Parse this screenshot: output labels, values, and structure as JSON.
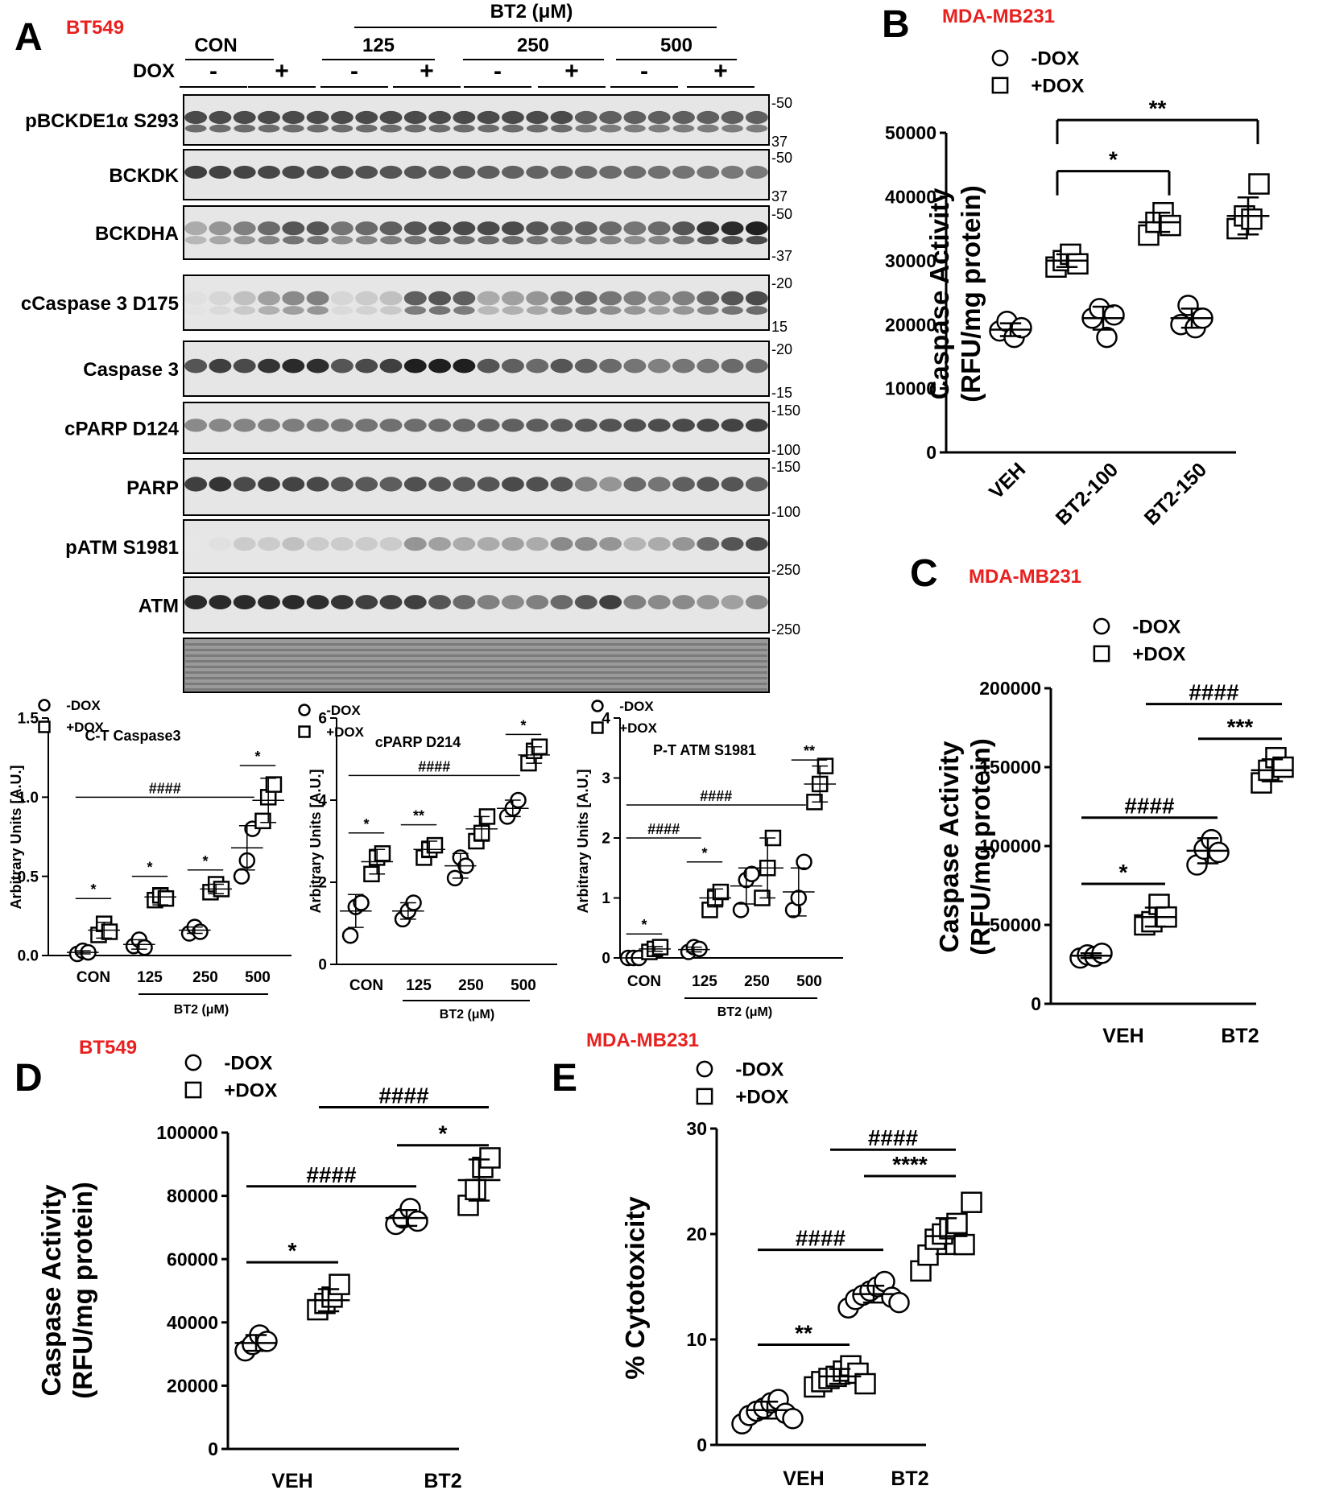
{
  "colors": {
    "accent_red": "#e8201f",
    "ink": "#000000"
  },
  "panelA": {
    "letter": "A",
    "cell_label": "BT549",
    "top_header": "BT2 (μM)",
    "groups": [
      "CON",
      "125",
      "250",
      "500"
    ],
    "dox_label": "DOX",
    "dox_signs": [
      "-",
      "+",
      "-",
      "+",
      "-",
      "+",
      "-",
      "+"
    ],
    "blots": [
      {
        "name": "pBCKDE1α S293",
        "markers": [
          "-50",
          "37"
        ]
      },
      {
        "name": "BCKDK",
        "markers": [
          "-50",
          "37"
        ]
      },
      {
        "name": "BCKDHA",
        "markers": [
          "-50",
          "-37"
        ]
      },
      {
        "name": "cCaspase 3 D175",
        "markers": [
          "-20",
          "15"
        ]
      },
      {
        "name": "Caspase 3",
        "markers": [
          "-20",
          "-15"
        ]
      },
      {
        "name": "cPARP D124",
        "markers": [
          "-150",
          "-100"
        ]
      },
      {
        "name": "PARP",
        "markers": [
          "-150",
          "-100"
        ]
      },
      {
        "name": "pATM S1981",
        "markers": [
          "-250"
        ]
      },
      {
        "name": "ATM",
        "markers": [
          "-250"
        ]
      },
      {
        "name": "",
        "markers": []
      }
    ]
  },
  "panelB": {
    "letter": "B",
    "cell_label": "MDA-MB231"
  },
  "panelC": {
    "letter": "C",
    "cell_label": "MDA-MB231"
  },
  "panelD": {
    "letter": "D",
    "cell_label": "BT549"
  },
  "panelE": {
    "letter": "E",
    "cell_label": "MDA-MB231"
  },
  "chart_data": [
    {
      "id": "A1",
      "type": "scatter",
      "title": "C-T Caspase3",
      "ylabel": "Arbitrary Units [A.U.]",
      "ylim": [
        0,
        1.5
      ],
      "yticks": [
        "0.0",
        "0.5",
        "1.0",
        "1.5"
      ],
      "categories": [
        "CON",
        "125",
        "250",
        "500"
      ],
      "group_label": "BT2 (μM)",
      "legend": [
        "-DOX",
        "+DOX"
      ],
      "series": [
        {
          "name": "-DOX",
          "marker": "circle",
          "points": [
            [
              0.01,
              0.03,
              0.02
            ],
            [
              0.06,
              0.1,
              0.05
            ],
            [
              0.14,
              0.18,
              0.15
            ],
            [
              0.5,
              0.6,
              0.8
            ]
          ],
          "mean": [
            0.02,
            0.07,
            0.16,
            0.68
          ],
          "sd": [
            0.01,
            0.03,
            0.02,
            0.14
          ]
        },
        {
          "name": "+DOX",
          "marker": "square",
          "points": [
            [
              0.13,
              0.2,
              0.15
            ],
            [
              0.35,
              0.38,
              0.36
            ],
            [
              0.4,
              0.45,
              0.42
            ],
            [
              0.85,
              1.0,
              1.08
            ]
          ],
          "mean": [
            0.16,
            0.37,
            0.42,
            0.98
          ],
          "sd": [
            0.05,
            0.05,
            0.03,
            0.14
          ]
        }
      ],
      "brackets": [
        {
          "from": [
            0,
            0
          ],
          "to": [
            0,
            1
          ],
          "y": 0.36,
          "label": "*"
        },
        {
          "from": [
            1,
            0
          ],
          "to": [
            1,
            1
          ],
          "y": 0.5,
          "label": "*"
        },
        {
          "from": [
            2,
            0
          ],
          "to": [
            2,
            1
          ],
          "y": 0.54,
          "label": "*"
        },
        {
          "from": [
            3,
            0
          ],
          "to": [
            3,
            1
          ],
          "y": 1.2,
          "label": "*"
        },
        {
          "from": [
            0,
            0
          ],
          "to": [
            3,
            0
          ],
          "y": 1.0,
          "label": "####"
        }
      ]
    },
    {
      "id": "A2",
      "type": "scatter",
      "title": "cPARP D214",
      "ylabel": "Arbitrary Units [A.U.]",
      "ylim": [
        0,
        6
      ],
      "yticks": [
        "0",
        "2",
        "4",
        "6"
      ],
      "categories": [
        "CON",
        "125",
        "250",
        "500"
      ],
      "group_label": "BT2 (μM)",
      "legend": [
        "-DOX",
        "+DOX"
      ],
      "series": [
        {
          "name": "-DOX",
          "marker": "circle",
          "points": [
            [
              0.7,
              1.4,
              1.5
            ],
            [
              1.1,
              1.3,
              1.5
            ],
            [
              2.1,
              2.6,
              2.4
            ],
            [
              3.6,
              3.8,
              4.0
            ]
          ],
          "mean": [
            1.3,
            1.3,
            2.4,
            3.8
          ],
          "sd": [
            0.4,
            0.2,
            0.3,
            0.2
          ]
        },
        {
          "name": "+DOX",
          "marker": "square",
          "points": [
            [
              2.2,
              2.6,
              2.7
            ],
            [
              2.6,
              2.8,
              2.9
            ],
            [
              3.0,
              3.2,
              3.6
            ],
            [
              4.9,
              5.2,
              5.3
            ]
          ],
          "mean": [
            2.5,
            2.8,
            3.3,
            5.1
          ],
          "sd": [
            0.3,
            0.2,
            0.3,
            0.2
          ]
        }
      ],
      "brackets": [
        {
          "from": [
            0,
            0
          ],
          "to": [
            0,
            1
          ],
          "y": 3.2,
          "label": "*"
        },
        {
          "from": [
            1,
            0
          ],
          "to": [
            1,
            1
          ],
          "y": 3.4,
          "label": "**"
        },
        {
          "from": [
            3,
            0
          ],
          "to": [
            3,
            1
          ],
          "y": 5.6,
          "label": "*"
        },
        {
          "from": [
            0,
            0
          ],
          "to": [
            3,
            0
          ],
          "y": 4.6,
          "label": "####"
        }
      ]
    },
    {
      "id": "A3",
      "type": "scatter",
      "title": "P-T ATM S1981",
      "ylabel": "Arbitrary Units [A.U.]",
      "ylim": [
        0,
        4
      ],
      "yticks": [
        "0",
        "1",
        "2",
        "3",
        "4"
      ],
      "categories": [
        "CON",
        "125",
        "250",
        "500"
      ],
      "group_label": "BT2 (μM)",
      "legend": [
        "-DOX",
        "+DOX"
      ],
      "series": [
        {
          "name": "-DOX",
          "marker": "circle",
          "points": [
            [
              0.0,
              0.0,
              0.0
            ],
            [
              0.1,
              0.18,
              0.15
            ],
            [
              0.8,
              1.3,
              1.4
            ],
            [
              0.8,
              1.0,
              1.6
            ]
          ],
          "mean": [
            0.0,
            0.14,
            1.2,
            1.1
          ],
          "sd": [
            0.0,
            0.04,
            0.3,
            0.4
          ]
        },
        {
          "name": "+DOX",
          "marker": "square",
          "points": [
            [
              0.1,
              0.15,
              0.18
            ],
            [
              0.8,
              1.0,
              1.1
            ],
            [
              1.0,
              1.5,
              2.0
            ],
            [
              2.6,
              2.9,
              3.2
            ]
          ],
          "mean": [
            0.15,
            1.0,
            1.5,
            2.9
          ],
          "sd": [
            0.04,
            0.15,
            0.5,
            0.3
          ]
        }
      ],
      "brackets": [
        {
          "from": [
            0,
            0
          ],
          "to": [
            0,
            1
          ],
          "y": 0.4,
          "label": "*"
        },
        {
          "from": [
            1,
            0
          ],
          "to": [
            1,
            1
          ],
          "y": 1.6,
          "label": "*"
        },
        {
          "from": [
            3,
            0
          ],
          "to": [
            3,
            1
          ],
          "y": 3.3,
          "label": "**"
        },
        {
          "from": [
            0,
            0
          ],
          "to": [
            1,
            0
          ],
          "y": 2.0,
          "label": "####"
        },
        {
          "from": [
            0,
            0
          ],
          "to": [
            3,
            0
          ],
          "y": 2.55,
          "label": "####"
        }
      ]
    },
    {
      "id": "B",
      "type": "scatter",
      "ylabel": [
        "Caspase Activity",
        "(RFU/mg protein)"
      ],
      "ylim": [
        0,
        50000
      ],
      "yticks": [
        "0",
        "10000",
        "20000",
        "30000",
        "40000",
        "50000"
      ],
      "categories": [
        "VEH",
        "BT2-100",
        "BT2-150"
      ],
      "legend": [
        "-DOX",
        "+DOX"
      ],
      "series": [
        {
          "name": "-DOX",
          "marker": "circle",
          "points": [
            [
              19000,
              20500,
              18000,
              19500
            ],
            [
              21000,
              22500,
              18000,
              21500
            ],
            [
              20000,
              23000,
              19500,
              21000
            ]
          ],
          "mean": [
            19200,
            21000,
            21000
          ],
          "sd": [
            1000,
            1800,
            1500
          ]
        },
        {
          "name": "+DOX",
          "marker": "square",
          "points": [
            [
              29000,
              30000,
              31000,
              29500
            ],
            [
              34000,
              36000,
              37500,
              35500
            ],
            [
              35000,
              37000,
              36500,
              42000
            ]
          ],
          "mean": [
            30000,
            36000,
            37000
          ],
          "sd": [
            1000,
            1500,
            2900
          ]
        }
      ],
      "brackets": [
        {
          "from": [
            0,
            1
          ],
          "to": [
            1,
            1
          ],
          "y": 44000,
          "label": "*",
          "drop": "to"
        },
        {
          "from": [
            0,
            1
          ],
          "to": [
            2,
            1
          ],
          "y": 52000,
          "label": "**",
          "drop": "to"
        }
      ]
    },
    {
      "id": "C",
      "type": "scatter",
      "ylabel": [
        "Caspase Activity",
        "(RFU/mg protein)"
      ],
      "ylim": [
        0,
        200000
      ],
      "yticks": [
        "0",
        "50000",
        "100000",
        "150000",
        "200000"
      ],
      "categories": [
        "VEH",
        "BT2"
      ],
      "legend": [
        "-DOX",
        "+DOX"
      ],
      "series": [
        {
          "name": "-DOX",
          "marker": "circle",
          "points": [
            [
              29000,
              31000,
              30000,
              32000
            ],
            [
              88000,
              98000,
              104000,
              96000
            ]
          ],
          "mean": [
            30500,
            97000
          ],
          "sd": [
            1500,
            8000
          ]
        },
        {
          "name": "+DOX",
          "marker": "square",
          "points": [
            [
              50000,
              52000,
              63000,
              55000
            ],
            [
              140000,
              148000,
              156000,
              150000
            ]
          ],
          "mean": [
            55000,
            148000
          ],
          "sd": [
            6000,
            7000
          ]
        }
      ],
      "brackets": [
        {
          "from": [
            0,
            0
          ],
          "to": [
            0,
            1
          ],
          "y": 76000,
          "label": "*"
        },
        {
          "from": [
            0,
            0
          ],
          "to": [
            1,
            0
          ],
          "y": 118000,
          "label": "####"
        },
        {
          "from": [
            1,
            0
          ],
          "to": [
            1,
            1
          ],
          "y": 168000,
          "label": "***"
        },
        {
          "from": [
            0,
            1
          ],
          "to": [
            1,
            1
          ],
          "y": 190000,
          "label": "####"
        }
      ]
    },
    {
      "id": "D",
      "type": "scatter",
      "ylabel": [
        "Caspase Activity",
        "(RFU/mg protein)"
      ],
      "ylim": [
        0,
        100000
      ],
      "yticks": [
        "0",
        "20000",
        "40000",
        "60000",
        "80000",
        "100000"
      ],
      "categories": [
        "VEH",
        "BT2"
      ],
      "legend": [
        "-DOX",
        "+DOX"
      ],
      "series": [
        {
          "name": "-DOX",
          "marker": "circle",
          "points": [
            [
              31000,
              33000,
              36000,
              34000
            ],
            [
              71000,
              73000,
              76000,
              72000
            ]
          ],
          "mean": [
            33500,
            73000
          ],
          "sd": [
            2500,
            2500
          ]
        },
        {
          "name": "+DOX",
          "marker": "square",
          "points": [
            [
              44000,
              46000,
              48000,
              52000
            ],
            [
              77000,
              82000,
              89000,
              92000
            ]
          ],
          "mean": [
            47000,
            85000
          ],
          "sd": [
            3500,
            6500
          ]
        }
      ],
      "brackets": [
        {
          "from": [
            0,
            0
          ],
          "to": [
            0,
            1
          ],
          "y": 59000,
          "label": "*"
        },
        {
          "from": [
            0,
            0
          ],
          "to": [
            1,
            0
          ],
          "y": 83000,
          "label": "####"
        },
        {
          "from": [
            1,
            0
          ],
          "to": [
            1,
            1
          ],
          "y": 96000,
          "label": "*"
        },
        {
          "from": [
            0,
            1
          ],
          "to": [
            1,
            1
          ],
          "y": 108000,
          "label": "####"
        }
      ]
    },
    {
      "id": "E",
      "type": "scatter",
      "ylabel": [
        "% Cytotoxicity"
      ],
      "ylim": [
        0,
        30
      ],
      "yticks": [
        "0",
        "10",
        "20",
        "30"
      ],
      "categories": [
        "VEH",
        "BT2"
      ],
      "legend": [
        "-DOX",
        "+DOX"
      ],
      "series": [
        {
          "name": "-DOX",
          "marker": "circle",
          "points": [
            [
              2.0,
              2.8,
              3.2,
              3.5,
              4.0,
              4.3,
              3.0,
              2.5
            ],
            [
              13.0,
              13.8,
              14.2,
              14.6,
              15.0,
              15.5,
              14.0,
              13.5
            ]
          ],
          "mean": [
            3.3,
            14.3
          ],
          "sd": [
            0.8,
            0.8
          ]
        },
        {
          "name": "+DOX",
          "marker": "square",
          "points": [
            [
              5.5,
              6.0,
              6.3,
              6.5,
              7.0,
              7.5,
              6.8,
              5.8
            ],
            [
              16.5,
              18.0,
              19.5,
              20.0,
              20.5,
              21.0,
              19.0,
              23.0
            ]
          ],
          "mean": [
            6.5,
            19.8
          ],
          "sd": [
            0.7,
            1.7
          ]
        }
      ],
      "brackets": [
        {
          "from": [
            0,
            0
          ],
          "to": [
            0,
            1
          ],
          "y": 9.5,
          "label": "**"
        },
        {
          "from": [
            0,
            0
          ],
          "to": [
            1,
            0
          ],
          "y": 18.5,
          "label": "####"
        },
        {
          "from": [
            1,
            0
          ],
          "to": [
            1,
            1
          ],
          "y": 25.5,
          "label": "****"
        },
        {
          "from": [
            0,
            1
          ],
          "to": [
            1,
            1
          ],
          "y": 28.0,
          "label": "####"
        }
      ]
    }
  ]
}
